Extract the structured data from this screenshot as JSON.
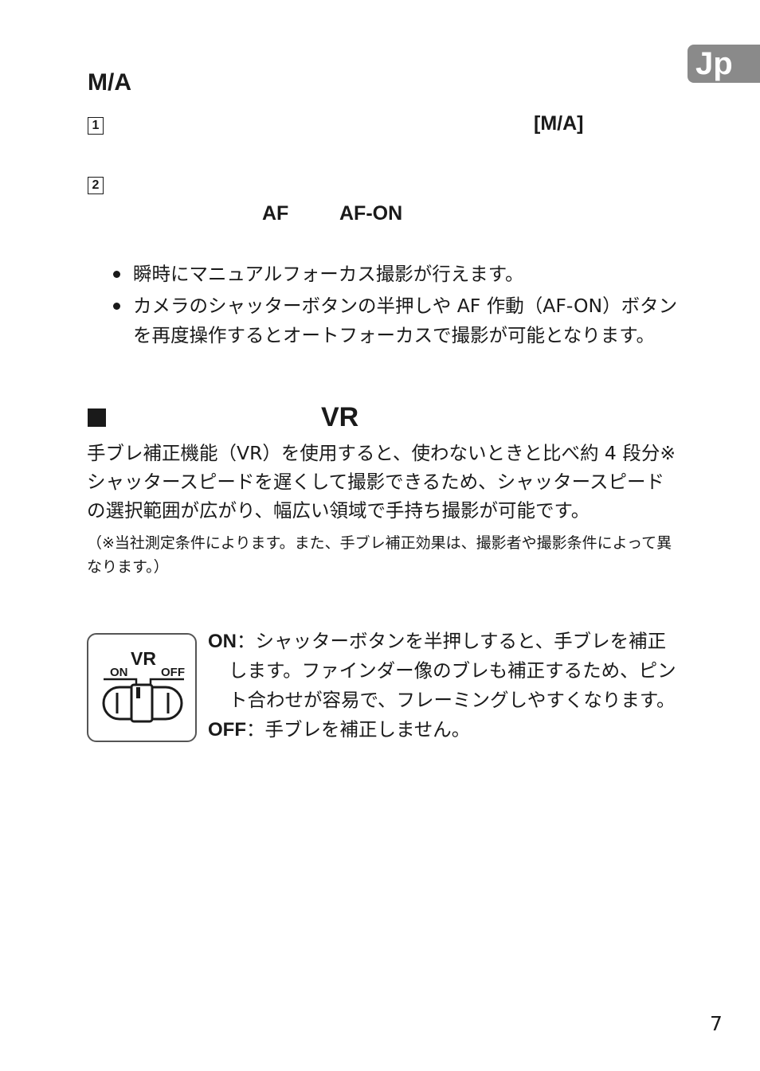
{
  "lang_tab": "Jp",
  "section_ma": {
    "title": "M/A",
    "step1_number": "1",
    "step1_value": "[M/A]",
    "step2_number": "2",
    "step2_af": "AF",
    "step2_afon": "AF-ON",
    "bullets": [
      "瞬時にマニュアルフォーカス撮影が行えます。",
      "カメラのシャッターボタンの半押しや AF 作動（AF-ON）ボタンを再度操作するとオートフォーカスで撮影が可能となります。"
    ]
  },
  "section_vr": {
    "title": "VR",
    "paragraph": "手ブレ補正機能（VR）を使用すると、使わないときと比べ約 4 段分※シャッタースピードを遅くして撮影できるため、シャッタースピードの選択範囲が広がり、幅広い領域で手持ち撮影が可能です。",
    "note": "（※当社測定条件によります。また、手ブレ補正効果は、撮影者や撮影条件によって異なります。）",
    "switch_labels": {
      "vr": "VR",
      "on": "ON",
      "off": "OFF"
    },
    "on_key": "ON",
    "on_desc_line1": "：シャッターボタンを半押しすると、手ブレを補正",
    "on_desc_line2": "します。ファインダー像のブレも補正するため、ピン",
    "on_desc_line3": "ト合わせが容易で、フレーミングしやすくなります。",
    "off_key": "OFF",
    "off_desc": "：手ブレを補正しません。"
  },
  "page_number": "7"
}
